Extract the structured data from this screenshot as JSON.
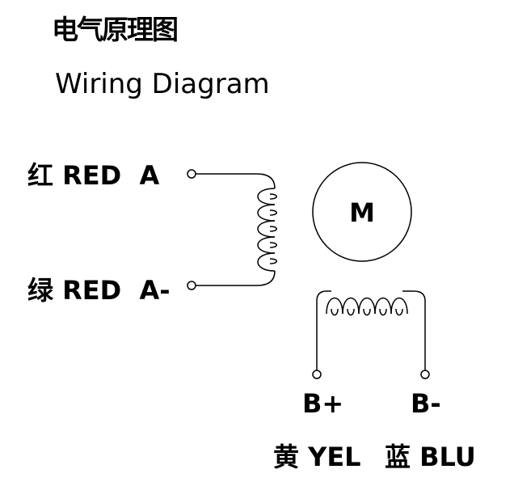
{
  "title_cn": "电气原理图",
  "title_en": "Wiring Diagram",
  "motor_label": "M",
  "terminals": {
    "a": {
      "color_cn": "红",
      "color_en": "RED",
      "pin": "A"
    },
    "a_minus": {
      "color_cn": "绿",
      "color_en": "RED",
      "pin": "A-"
    },
    "b": {
      "pin": "B+",
      "color_cn": "黄",
      "color_en": "YEL"
    },
    "b_minus": {
      "pin": "B-",
      "color_cn": "蓝",
      "color_en": "BLU"
    }
  },
  "labels": {
    "a_text": "红 RED  A",
    "a_minus_text": "绿 RED  A-",
    "b_plus_text": "B+",
    "b_minus_text": "B-",
    "yel_text": "黄 YEL",
    "blu_text": "蓝 BLU"
  }
}
